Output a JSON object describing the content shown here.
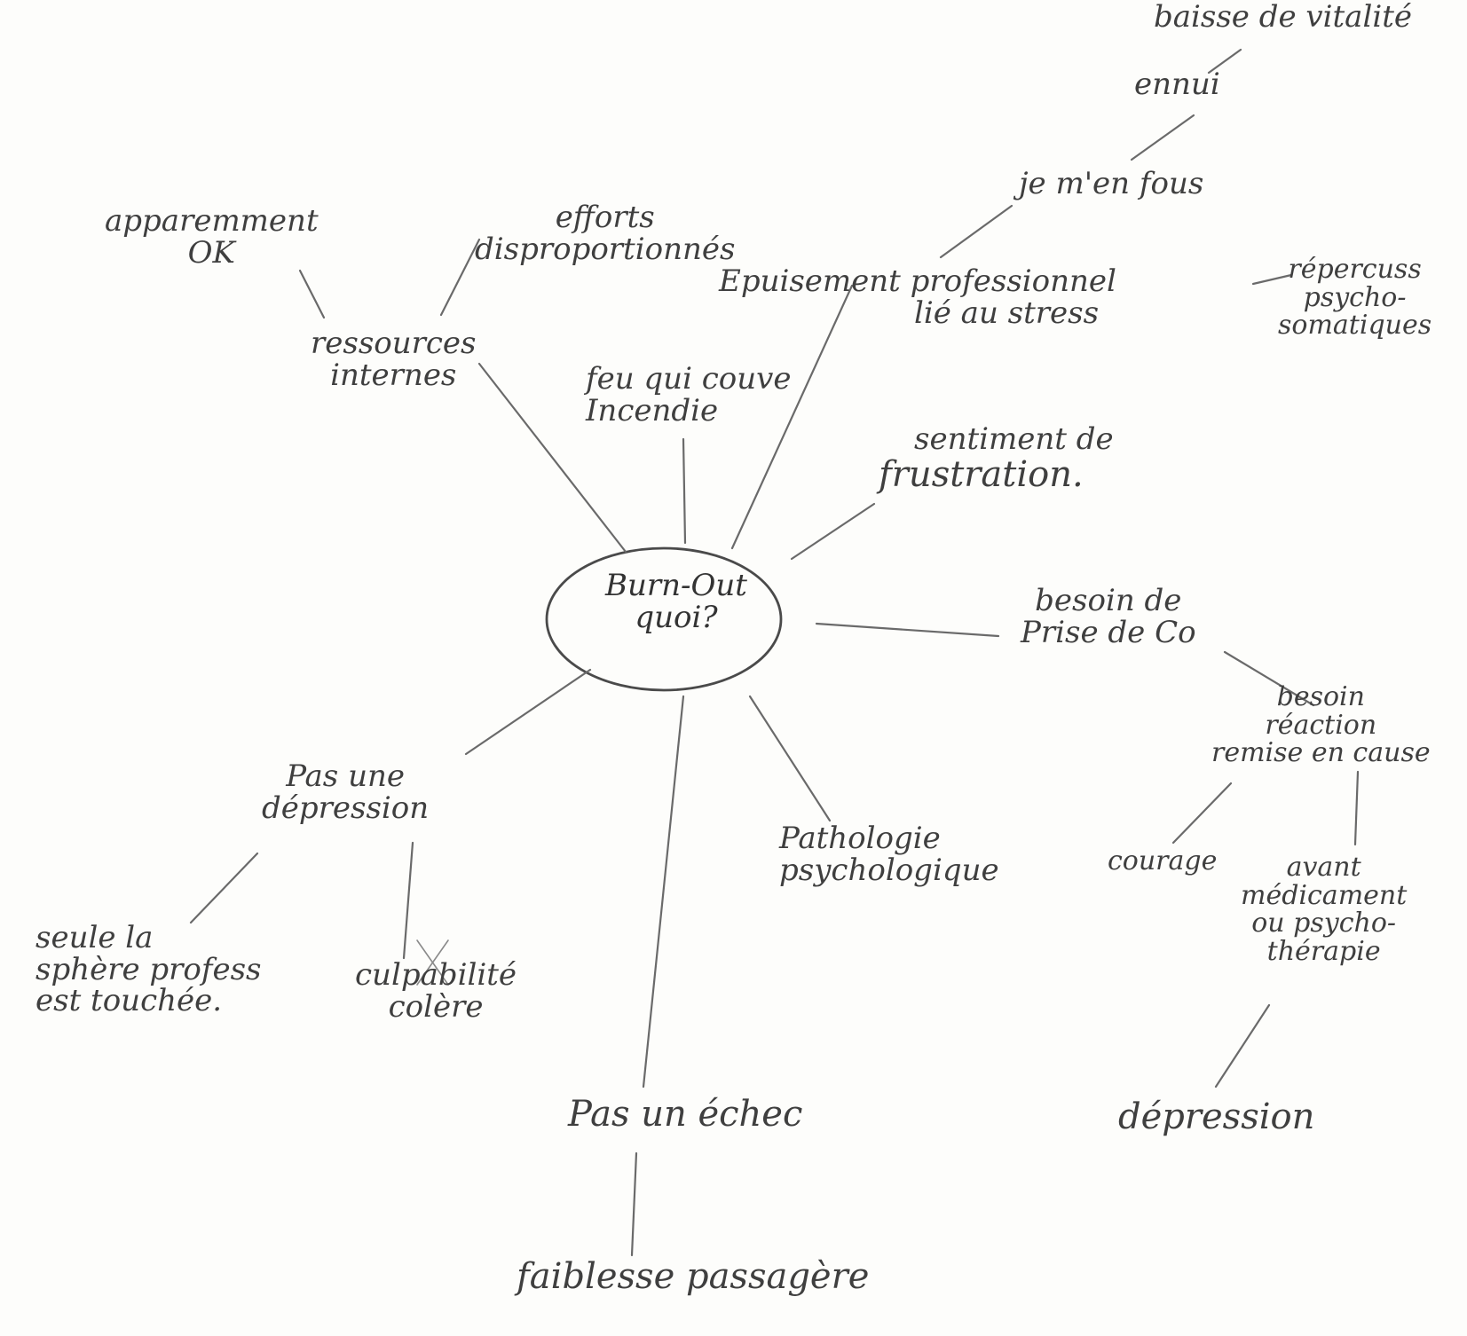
{
  "center": {
    "line1": "Burn-Out",
    "line2": "quoi?"
  },
  "nodes": {
    "apparemment": {
      "line1": "apparemment",
      "line2": "OK"
    },
    "efforts": {
      "line1": "efforts",
      "line2": "disproportionnés"
    },
    "ressources": {
      "line1": "ressources",
      "line2": "internes"
    },
    "feu": {
      "line1": "feu qui couve",
      "line2": "Incendie"
    },
    "epuisement": {
      "line1": "Epuisement professionnel",
      "line2": "lié au stress"
    },
    "jemenfous": {
      "text": "je m'en fous"
    },
    "ennui": {
      "text": "ennui"
    },
    "baisse": {
      "text": "baisse de vitalité"
    },
    "repercussions": {
      "line1": "répercuss",
      "line2": "psycho-",
      "line3": "somatiques"
    },
    "sentiment": {
      "line1": "sentiment de",
      "line2": "frustration."
    },
    "besoin_prise": {
      "line1": "besoin de",
      "line2": "Prise de Co"
    },
    "besoin_reaction": {
      "line1": "besoin",
      "line2": "réaction",
      "line3": "remise en cause"
    },
    "courage": {
      "text": "courage"
    },
    "avant": {
      "line1": "avant",
      "line2": "médicament",
      "line3": "ou psycho-",
      "line4": "thérapie"
    },
    "depression": {
      "text": "dépression"
    },
    "pathologie": {
      "line1": "Pathologie",
      "line2": "psychologique"
    },
    "pas_depression": {
      "line1": "Pas une",
      "line2": "dépression"
    },
    "seule": {
      "line1": "seule la",
      "line2": "sphère profess",
      "line3": "est touchée."
    },
    "culpabilite": {
      "line1": "culpabilité",
      "line2": "colère"
    },
    "pas_echec": {
      "text": "Pas un échec"
    },
    "faiblesse": {
      "text": "faiblesse passagère"
    }
  }
}
